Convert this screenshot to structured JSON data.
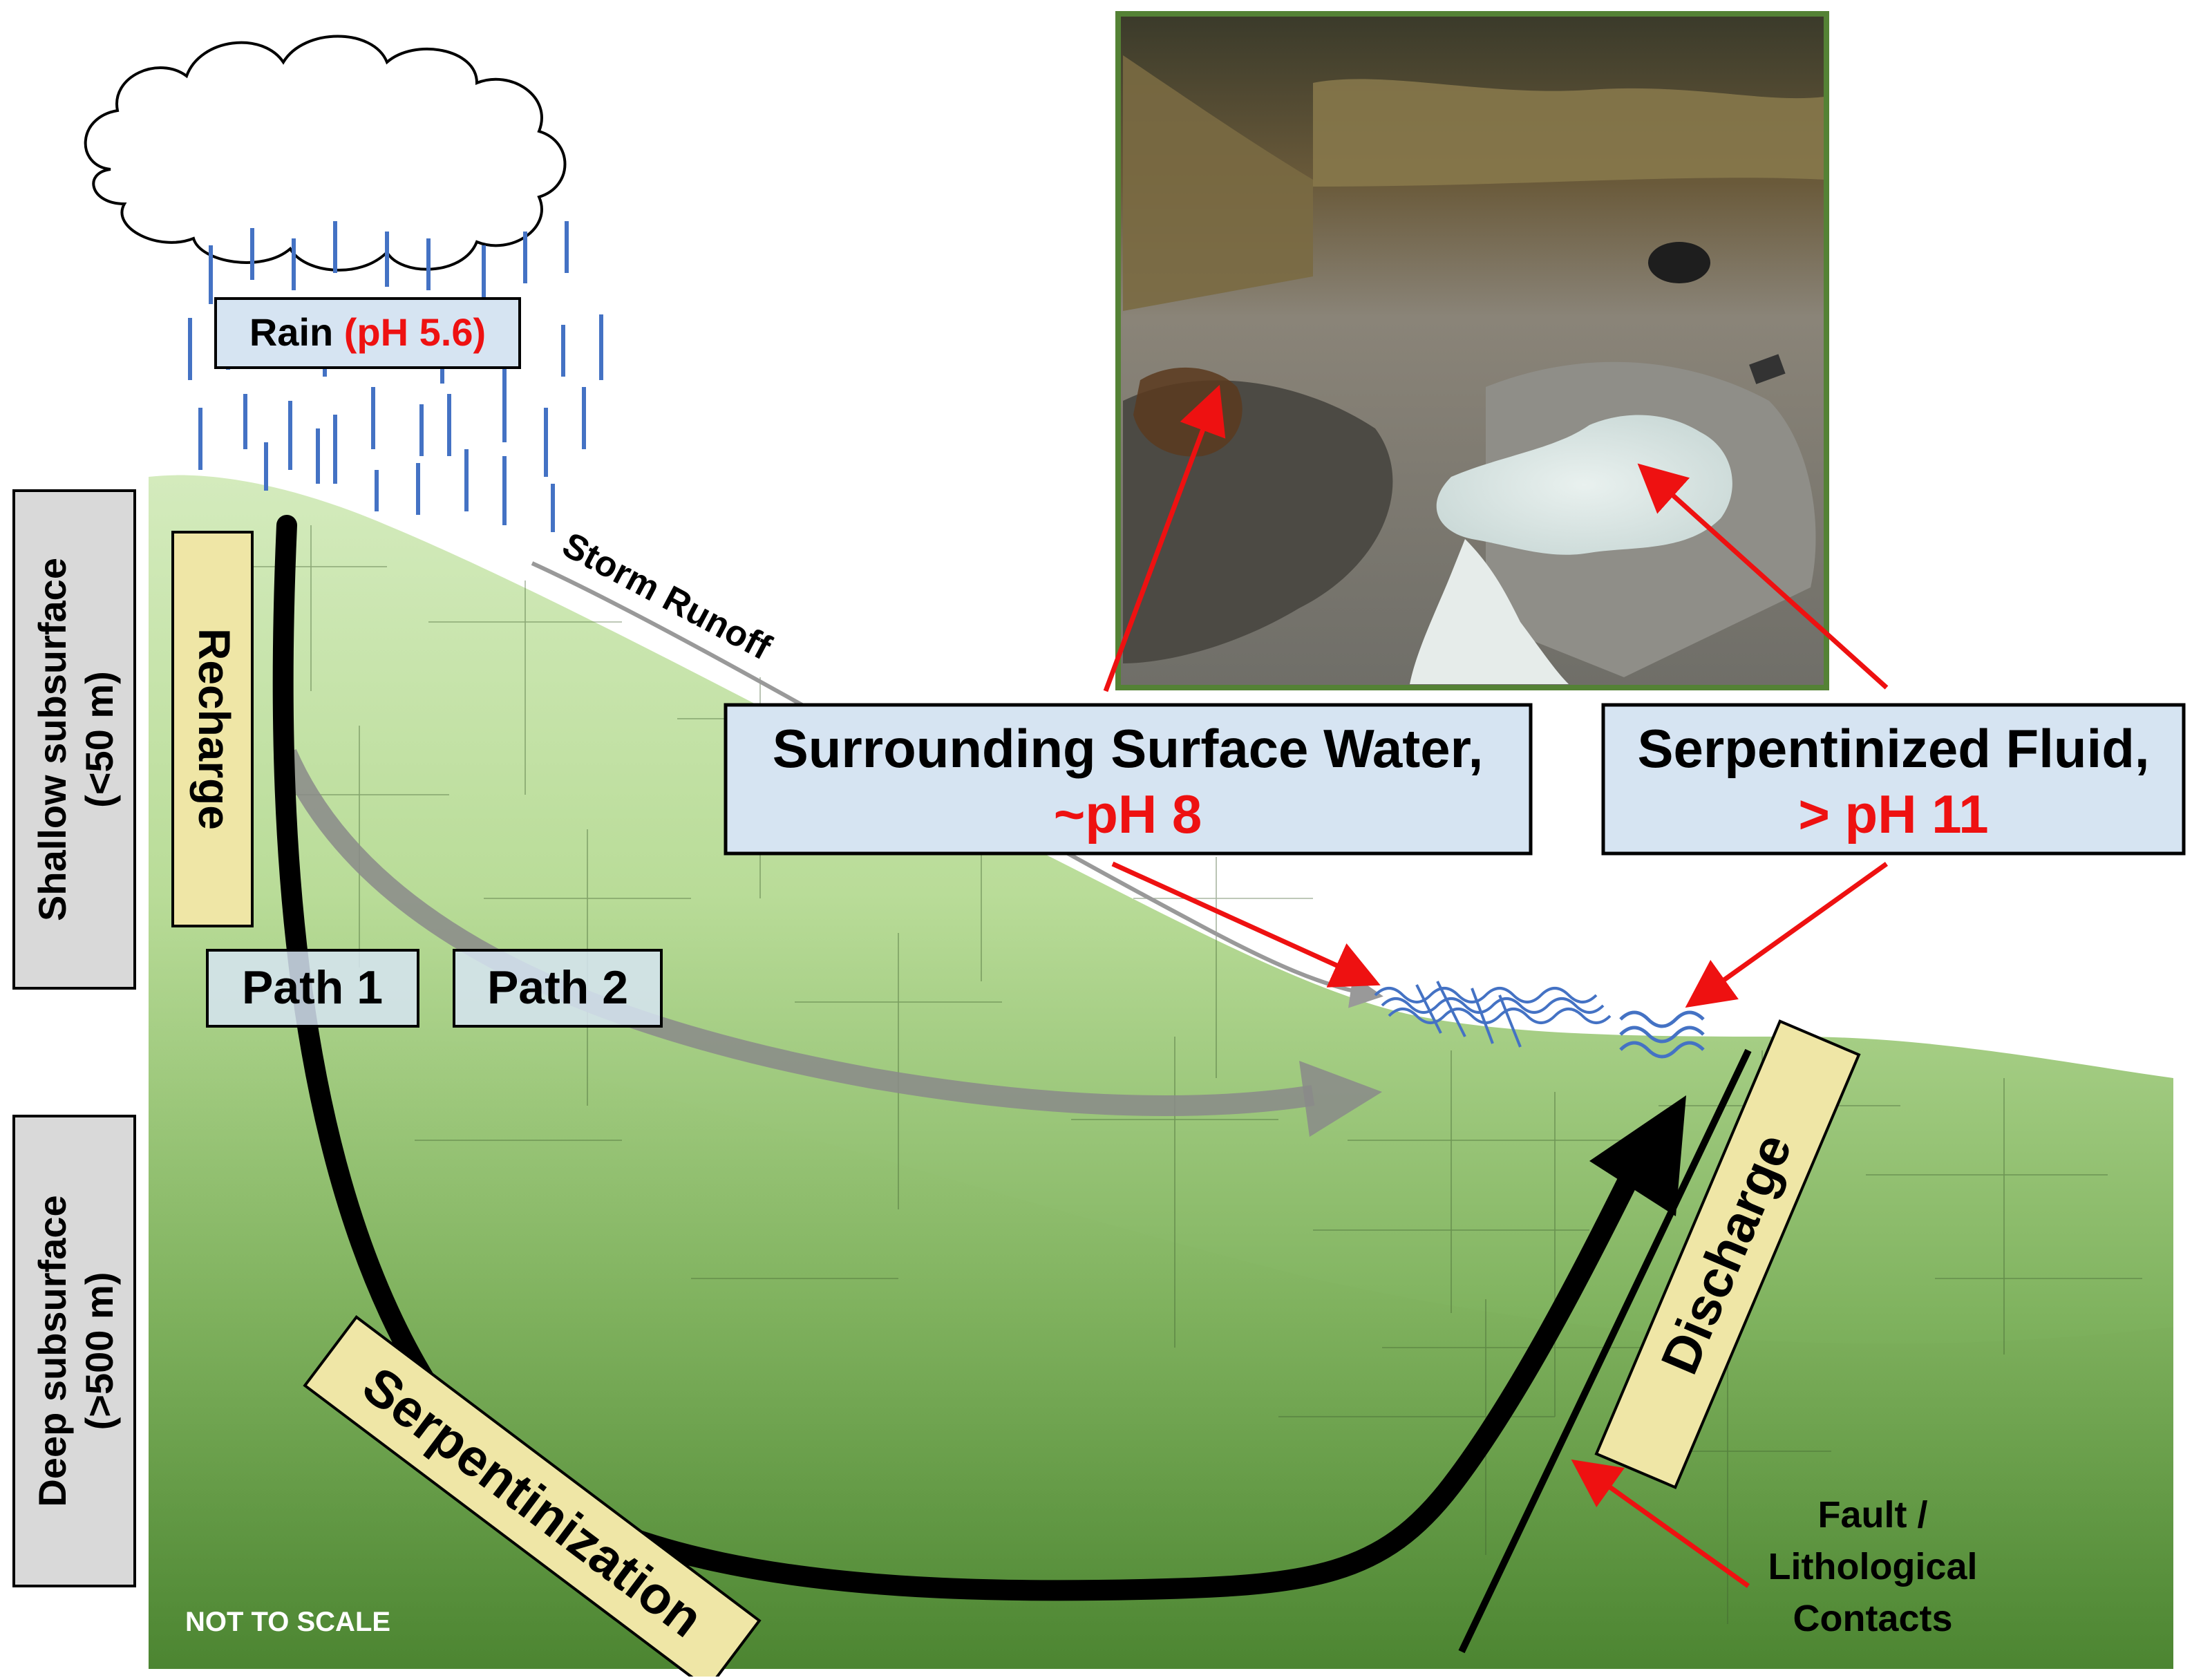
{
  "rain": {
    "prefix": "Rain",
    "ph": "(pH 5.6)"
  },
  "storm_runoff": "Storm Runoff",
  "zones": {
    "shallow": {
      "line1": "Shallow subsurface",
      "line2": "(<50 m)"
    },
    "deep": {
      "line1": "Deep subsurface",
      "line2": "(>500 m)"
    }
  },
  "labels": {
    "recharge": "Recharge",
    "path1": "Path 1",
    "path2": "Path 2",
    "serpentinization": "Serpentinization",
    "discharge": "Discharge",
    "not_to_scale": "NOT TO SCALE"
  },
  "fault": {
    "line1": "Fault /",
    "line2": "Lithological",
    "line3": "Contacts"
  },
  "callouts": {
    "surface_water": {
      "title": "Surrounding Surface Water,",
      "ph": "~pH 8"
    },
    "serpentinized_fluid": {
      "title": "Serpentinized Fluid,",
      "ph": "> pH 11"
    }
  },
  "colors": {
    "ground_light": "#cde6b2",
    "ground_dark": "#4f8a35",
    "rain": "#4472c4",
    "label_box": "#efe6a6",
    "callout_box": "#d6e4f2",
    "zone_box": "#d9d9d9",
    "accent_red": "#ee1111",
    "photo_border": "#548235"
  }
}
